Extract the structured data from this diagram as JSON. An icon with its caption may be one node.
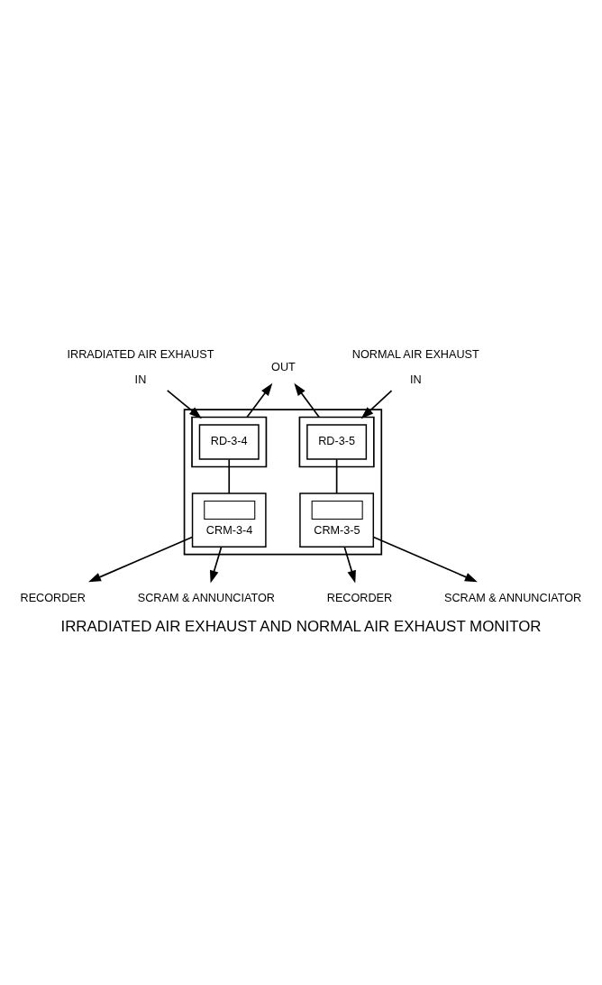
{
  "diagram": {
    "title": "IRRADIATED AIR EXHAUST AND NORMAL AIR EXHAUST MONITOR",
    "nodes": [
      {
        "text": [
          "IRRADIATED AIR EXHAUST"
        ],
        "beside": [
          "IN"
        ]
      },
      {
        "text": [
          "OUT"
        ]
      },
      {
        "text": [
          "NORMAL AIR EXHAUST"
        ],
        "beside": [
          "IN"
        ]
      },
      {
        "text": [],
        "shape": "box"
      },
      {
        "text": [],
        "shape": "box",
        "in": 3
      },
      {
        "text": [
          "RD-3-4"
        ],
        "in": 4
      },
      {
        "text": [],
        "shape": "box",
        "in": 3
      },
      {
        "text": [
          "RD-3-5"
        ],
        "in": 6
      },
      {
        "text": [
          "CRM-3-4"
        ],
        "in": 3
      },
      {
        "text": [
          "CRM-3-5"
        ],
        "in": 3
      },
      {
        "text": [
          "RECORDER"
        ]
      },
      {
        "text": [
          "RECORDER"
        ]
      },
      {
        "text": [
          "SCRAM & ANNUNCIATOR"
        ]
      },
      {
        "text": [
          "SCRAM & ANNUNCIATOR"
        ]
      }
    ],
    "edges": [
      {
        "from": 0,
        "to": 4,
        "arrow": "to"
      },
      {
        "from": 4,
        "to": 1,
        "arrow": "to"
      },
      {
        "from": 6,
        "to": 1,
        "arrow": "to"
      },
      {
        "from": 2,
        "to": 6,
        "arrow": "to"
      },
      {
        "from": 5,
        "to": 8,
        "arrow": "none"
      },
      {
        "from": 7,
        "to": 9,
        "arrow": "none"
      },
      {
        "from": 8,
        "to": 10,
        "arrow": "to"
      },
      {
        "from": 8,
        "to": 12,
        "arrow": "to"
      },
      {
        "from": 9,
        "to": 13,
        "arrow": "to"
      },
      {
        "from": 9,
        "to": 11,
        "arrow": "to"
      }
    ]
  }
}
